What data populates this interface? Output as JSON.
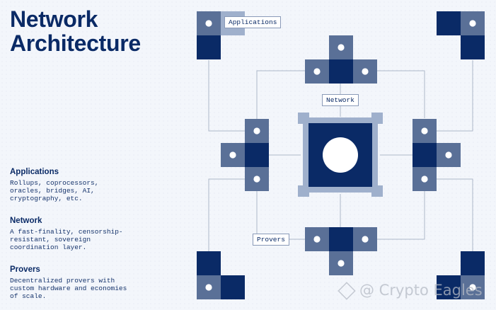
{
  "title": "Network Architecture",
  "sections": [
    {
      "heading": "Applications",
      "text": "Rollups, coprocessors,\noracles, bridges, AI,\ncryptography, etc."
    },
    {
      "heading": "Network",
      "text": "A fast-finality, censorship-\nresistant, sovereign\ncoordination layer."
    },
    {
      "heading": "Provers",
      "text": "Decentralized provers with\ncustom hardware and economies\nof scale."
    }
  ],
  "diagram_labels": {
    "applications": "Applications",
    "network": "Network",
    "provers": "Provers"
  },
  "colors": {
    "dark": "#0a2a66",
    "mid": "#5a7097",
    "light": "#9fb0cc",
    "line": "#aeb8c8",
    "background": "#f3f6fb"
  },
  "watermark": "@ Crypto Eagles"
}
